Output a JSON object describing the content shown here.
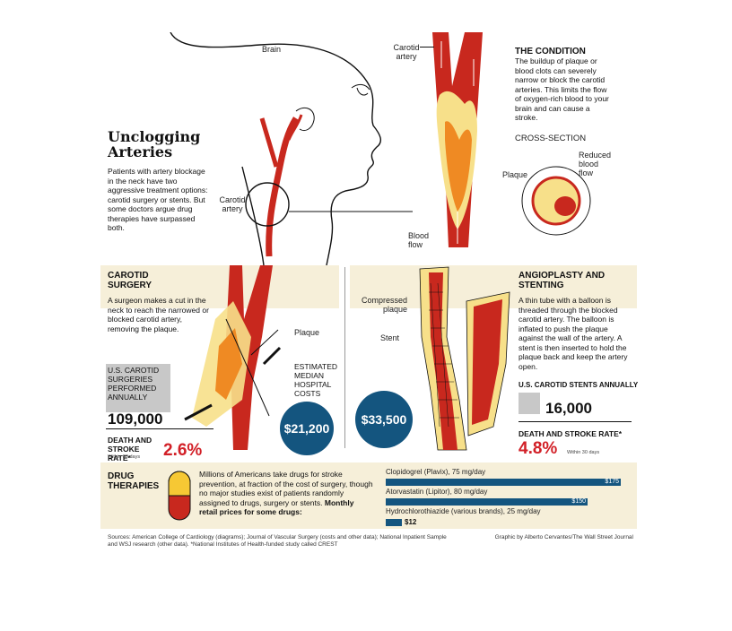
{
  "header": {
    "title": "Unclogging Arteries",
    "intro": "Patients with artery blockage in the neck have two aggressive treatment options: carotid surgery or stents. But some doctors argue drug therapies have surpassed both."
  },
  "top_labels": {
    "brain": "Brain",
    "carotid_artery_left": "Carotid artery",
    "carotid_artery_right": "Carotid artery",
    "plaque": "Plaque",
    "blood_flow": "Blood flow"
  },
  "condition": {
    "title": "THE CONDITION",
    "text": "The buildup of plaque or blood clots can severely narrow or block the carotid arteries. This limits the flow of oxygen-rich blood to your brain and can cause a stroke.",
    "cross_section": "CROSS-SECTION",
    "reduced_flow": "Reduced blood flow"
  },
  "surgery": {
    "title": "CAROTID SURGERY",
    "text": "A surgeon makes a cut in the neck to reach the narrowed or blocked carotid artery, removing the plaque.",
    "plaque_label": "Plaque",
    "stat_label": "U.S. CAROTID SURGERIES PERFORMED ANNUALLY",
    "stat_value": "109,000",
    "death_label": "DEATH AND STROKE RATE*",
    "death_sub": "Within 30 days",
    "death_value": "2.6%"
  },
  "costs": {
    "label": "ESTIMATED MEDIAN HOSPITAL COSTS",
    "surgery_cost": "$21,200",
    "stent_cost": "$33,500"
  },
  "stenting": {
    "title": "ANGIOPLASTY AND STENTING",
    "text": "A thin tube with a balloon is threaded through the blocked carotid artery. The balloon is inflated to push the plaque against the wall of the artery. A stent is then inserted to hold the plaque back and keep the artery open.",
    "compressed_plaque": "Compressed plaque",
    "stent_label": "Stent",
    "stat_label": "U.S. CAROTID STENTS ANNUALLY",
    "stat_value": "16,000",
    "death_label": "DEATH AND STROKE RATE*",
    "death_sub": "Within 30 days",
    "death_value": "4.8%"
  },
  "drugs": {
    "title": "DRUG THERAPIES",
    "text": "Millions of Americans take drugs for stroke prevention, at fraction of the cost of surgery, though no major studies exist of patients randomly assigned to drugs, surgery or stents.",
    "text_bold": "Monthly retail prices for some drugs:",
    "items": [
      {
        "name": "Clopidogrel (Plavix), 75 mg/day",
        "price": 175,
        "price_label": "$175"
      },
      {
        "name": "Atorvastatin (Lipitor), 80 mg/day",
        "price": 150,
        "price_label": "$150"
      },
      {
        "name": "Hydrochlorothiazide (various brands), 25 mg/day",
        "price": 12,
        "price_label": "$12"
      }
    ]
  },
  "footer": {
    "sources": "Sources: American College of Cardiology (diagrams); Journal of Vascular Surgery (costs and other data); National Inpatient Sample and WSJ research (other data). *National Institutes of Health-funded study called CREST",
    "credit": "Graphic by Alberto Cervantes/The Wall Street Journal"
  },
  "colors": {
    "artery_red": "#c8281e",
    "plaque_yellow": "#f7e08a",
    "plaque_orange": "#ef8a23",
    "band": "#f6efd9",
    "blue": "#14557f",
    "accent_red": "#d22027",
    "gray_box": "#c8c8c8"
  }
}
